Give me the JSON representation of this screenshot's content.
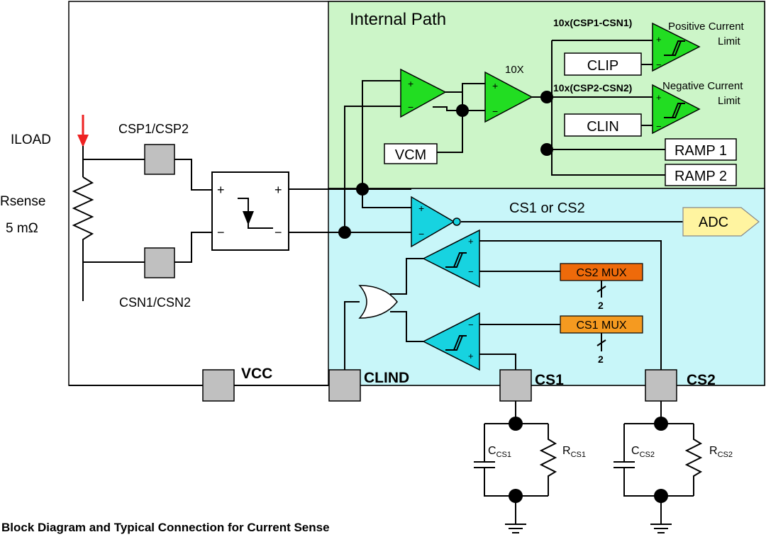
{
  "colors": {
    "internal_path_bg": "#ccf5c8",
    "cs_bg": "#c8f6f9",
    "amp_green": "#22dd22",
    "amp_cyan": "#17d3e0",
    "pin_gray": "#c0c0c0",
    "mux_cs2": "#ee6a0a",
    "mux_cs1": "#f59a20",
    "adc": "#fff4a0",
    "arrow_red": "#ee2222"
  },
  "labels": {
    "iload": "ILOAD",
    "rsense": "Rsense",
    "rsense_value": "5 mΩ",
    "csp": "CSP1/CSP2",
    "csn": "CSN1/CSN2",
    "internal_path": "Internal Path",
    "x10": "10X",
    "diff1": "10x(CSP1-CSN1)",
    "diff2": "10x(CSP2-CSN2)",
    "pos_limit_1": "Positive Current",
    "pos_limit_2": "Limit",
    "neg_limit_1": "Negative  Current",
    "neg_limit_2": "Limit",
    "clip": "CLIP",
    "clin": "CLIN",
    "vcm": "VCM",
    "ramp1": "RAMP 1",
    "ramp2": "RAMP 2",
    "cs_out": "CS1 or CS2",
    "adc": "ADC",
    "cs2_mux": "CS2 MUX",
    "cs1_mux": "CS1 MUX",
    "bus_width_1": "2",
    "bus_width_2": "2",
    "vcc": "VCC",
    "clind": "CLIND",
    "cs1": "CS1",
    "cs2": "CS2",
    "ccs1_main": "C",
    "ccs1_sub": "CS1",
    "rcs1_main": "R",
    "rcs1_sub": "CS1",
    "ccs2_main": "C",
    "ccs2_sub": "CS2",
    "rcs2_main": "R",
    "rcs2_sub": "CS2",
    "plus": "+",
    "minus": "−",
    "caption": "Block Diagram and Typical Connection for Current Sense"
  }
}
